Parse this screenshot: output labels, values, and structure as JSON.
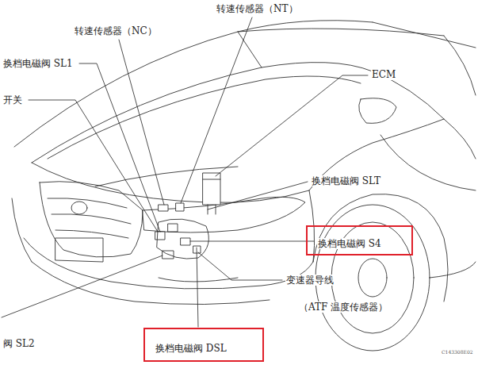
{
  "diagram": {
    "nodes": [
      {
        "text": [
          "换档电磁阀 S4"
        ]
      },
      {
        "text": [
          "换档电磁阀 DSL"
        ]
      }
    ],
    "labels": [
      "转速传感器（NT）",
      "转速传感器（NC）",
      "换档电磁阀 SL1",
      "开关",
      "ECM",
      "换档电磁阀 SLT",
      "变速器导线",
      "（ATF 温度传感器）",
      "阀 SL2",
      "C143308E02"
    ]
  }
}
